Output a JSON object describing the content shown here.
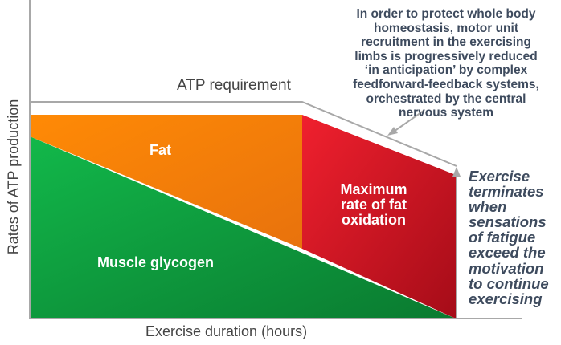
{
  "labels": {
    "atp_requirement": "ATP requirement",
    "fat": "Fat",
    "muscle_glycogen": "Muscle glycogen",
    "max_fat_oxidation": [
      "Maximum",
      "rate of fat",
      "oxidation"
    ],
    "y_axis": "Rates of ATP production",
    "x_axis": "Exercise duration (hours)"
  },
  "annotations": {
    "top_note": [
      "In order to protect whole body",
      "homeostasis, motor unit",
      "recruitment in the exercising",
      "limbs is progressively reduced",
      "‘in anticipation’ by complex",
      "feedforward-feedback systems,",
      "orchestrated by the central",
      "nervous system"
    ],
    "side_note": [
      "Exercise",
      "terminates",
      "when",
      "sensations",
      "of fatigue",
      "exceed the",
      "motivation",
      "to continue",
      "exercising"
    ]
  },
  "colors": {
    "fat": "#f7860b",
    "glycogen": "#0ea844",
    "max_fat": "#e3202d",
    "text": "#3e4b5e",
    "line": "#a8a8a8"
  }
}
